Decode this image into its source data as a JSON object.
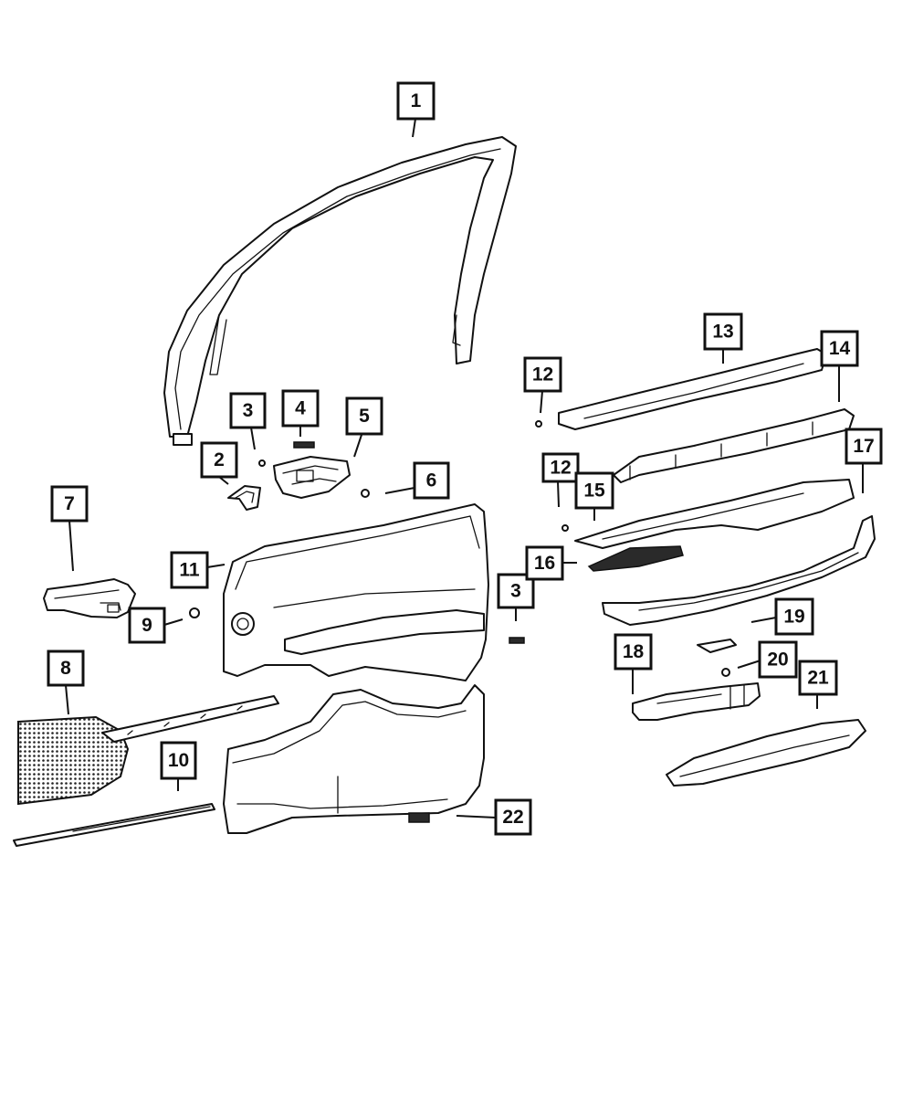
{
  "callouts": [
    {
      "id": "callout-1",
      "label": "1"
    },
    {
      "id": "callout-2",
      "label": "2"
    },
    {
      "id": "callout-3a",
      "label": "3"
    },
    {
      "id": "callout-3b",
      "label": "3"
    },
    {
      "id": "callout-4",
      "label": "4"
    },
    {
      "id": "callout-5",
      "label": "5"
    },
    {
      "id": "callout-6",
      "label": "6"
    },
    {
      "id": "callout-7",
      "label": "7"
    },
    {
      "id": "callout-8",
      "label": "8"
    },
    {
      "id": "callout-9",
      "label": "9"
    },
    {
      "id": "callout-10",
      "label": "10"
    },
    {
      "id": "callout-11",
      "label": "11"
    },
    {
      "id": "callout-12a",
      "label": "12"
    },
    {
      "id": "callout-12b",
      "label": "12"
    },
    {
      "id": "callout-13",
      "label": "13"
    },
    {
      "id": "callout-14",
      "label": "14"
    },
    {
      "id": "callout-15",
      "label": "15"
    },
    {
      "id": "callout-16",
      "label": "16"
    },
    {
      "id": "callout-17",
      "label": "17"
    },
    {
      "id": "callout-18",
      "label": "18"
    },
    {
      "id": "callout-19",
      "label": "19"
    },
    {
      "id": "callout-20",
      "label": "20"
    },
    {
      "id": "callout-21",
      "label": "21"
    },
    {
      "id": "callout-22",
      "label": "22"
    }
  ]
}
